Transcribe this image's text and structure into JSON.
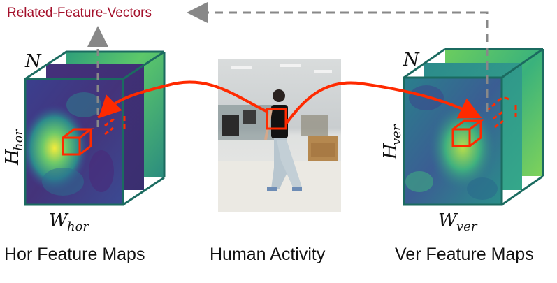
{
  "related_label": "Related-Feature-Vectors",
  "left_block": {
    "caption": "Hor Feature Maps",
    "n_label": "N",
    "h_label": "H",
    "h_sub": "hor",
    "w_label": "W",
    "w_sub": "hor"
  },
  "center": {
    "caption": "Human Activity"
  },
  "right_block": {
    "caption": "Ver Feature Maps",
    "n_label": "N",
    "h_label": "H",
    "h_sub": "ver",
    "w_label": "W",
    "w_sub": "ver"
  },
  "colors": {
    "frame_edge": "#1b6b60",
    "highlight": "#ff2a00",
    "dashed_arrow": "#888888",
    "label_red": "#a4102b"
  }
}
